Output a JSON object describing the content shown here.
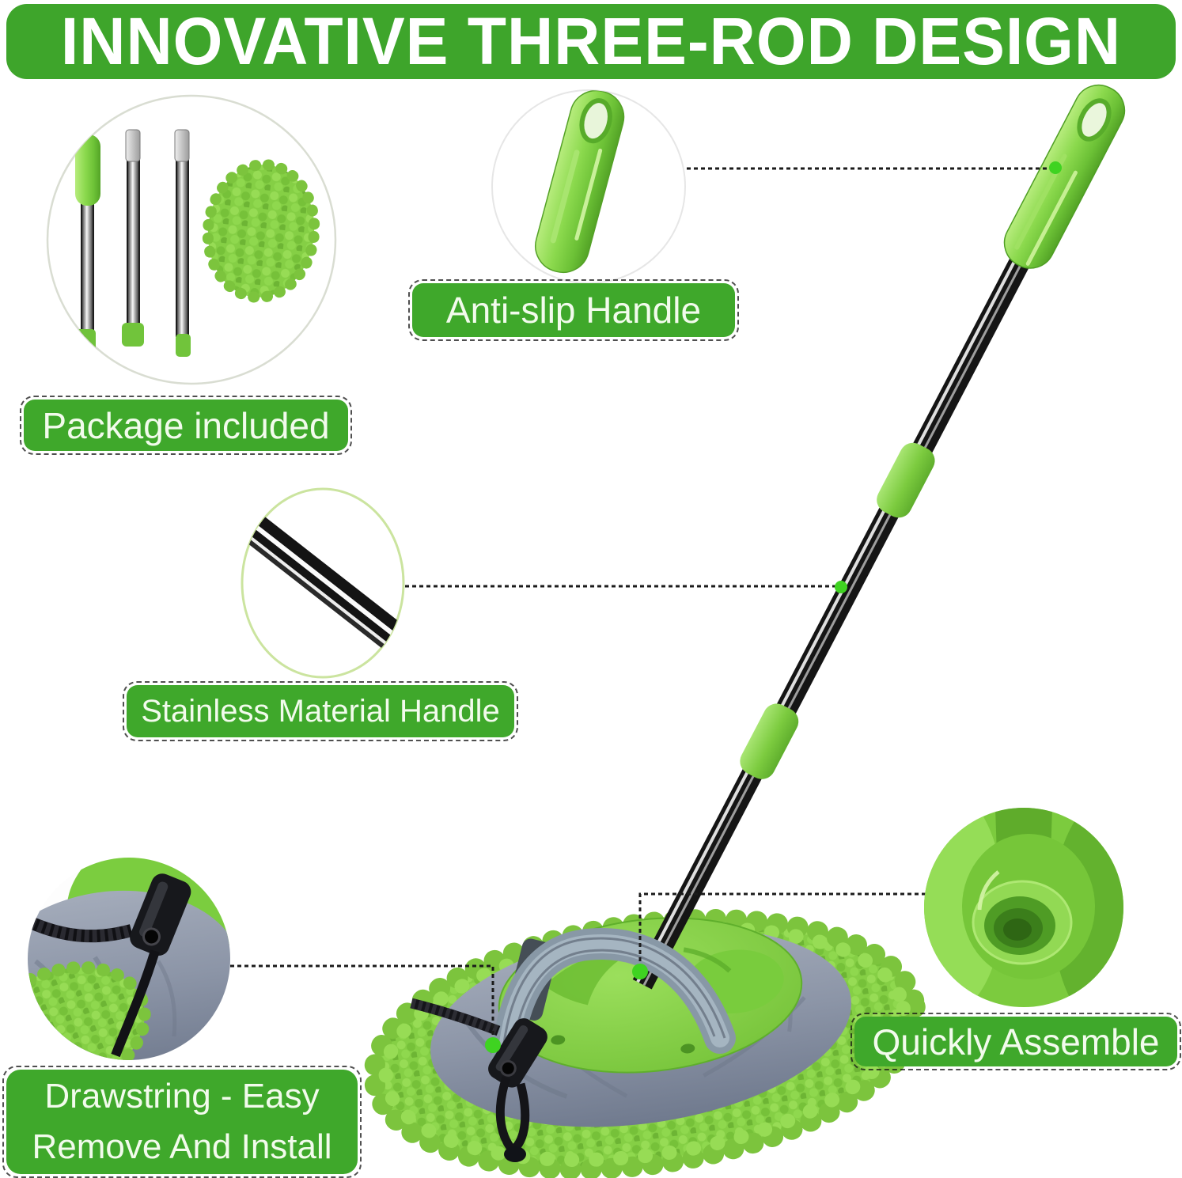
{
  "title": {
    "text": "INNOVATIVE THREE-ROD DESIGN"
  },
  "callouts": {
    "package": {
      "label": "Package included"
    },
    "antislip": {
      "label": "Anti-slip Handle"
    },
    "stainless": {
      "label": "Stainless Material Handle"
    },
    "drawstring": {
      "line1": "Drawstring - Easy",
      "line2": "Remove And Install"
    },
    "assemble": {
      "label": "Quickly Assemble"
    }
  },
  "colors": {
    "banner_green": "#3EA52B",
    "label_green": "#3FA82B",
    "dot_green": "#3FD321",
    "leader_line": "#1B1B1B",
    "product_green": "#7CCB3F",
    "chenille_green": "#8ED14C",
    "microfiber_gray": "#8C95A7",
    "pole_black": "#151515"
  }
}
